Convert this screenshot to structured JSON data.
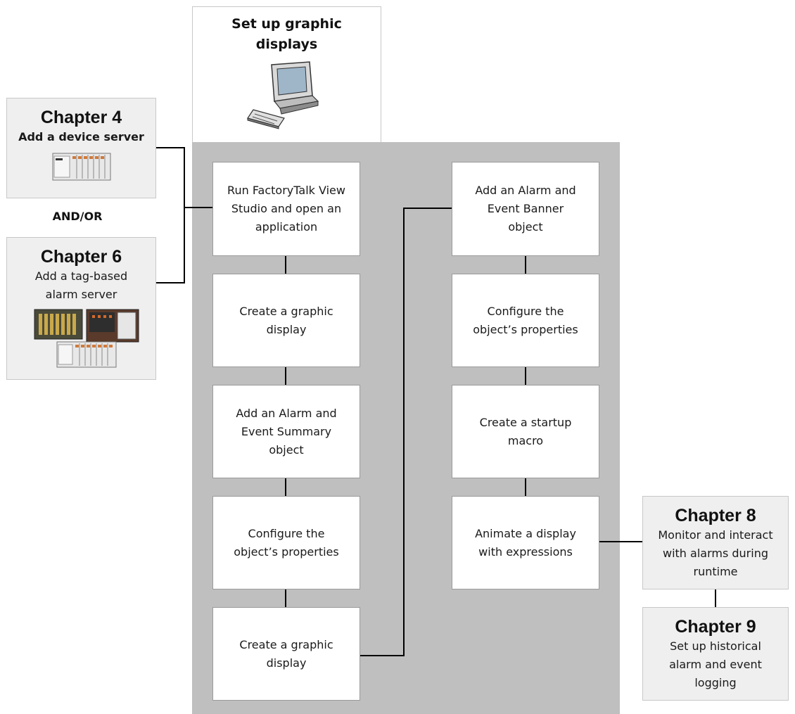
{
  "header": {
    "title": "Set up graphic\ndisplays",
    "icon": "computer-icon"
  },
  "left_chapters": [
    {
      "title": "Chapter 4",
      "description": "Add a device server"
    },
    {
      "title": "Chapter 6",
      "description": "Add a tag-based\nalarm server"
    }
  ],
  "andor_label": "AND/OR",
  "column1_steps": [
    "Run FactoryTalk View\nStudio and open an\napplication",
    "Create a graphic\ndisplay",
    "Add an Alarm and\nEvent Summary\nobject",
    "Configure the\nobject’s  properties",
    "Create a graphic\ndisplay"
  ],
  "column2_steps": [
    "Add an Alarm and\nEvent Banner\nobject",
    "Configure the\nobject’s  properties",
    "Create a startup\nmacro",
    "Animate a display\nwith expressions"
  ],
  "right_chapters": [
    {
      "title": "Chapter 8",
      "description": "Monitor and interact\nwith alarms during\nruntime"
    },
    {
      "title": "Chapter 9",
      "description": "Set up historical\nalarm and event\nlogging"
    }
  ],
  "colors": {
    "panel": "#bfbfbf",
    "chapter_box": "#efefef",
    "step_box": "#ffffff",
    "connector": "#000000"
  }
}
